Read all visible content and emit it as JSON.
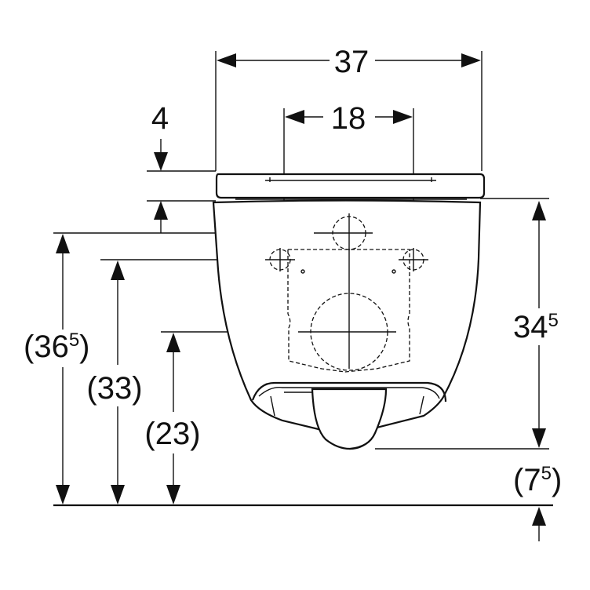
{
  "dimensions": {
    "width_total": "37",
    "mount_spacing": "18",
    "seat_thickness": "4",
    "height_bowl": "34",
    "height_bowl_sup": "5",
    "height_total_main": "(36",
    "height_total_sup": "5",
    "height_total_close": ")",
    "height_upper_mount": "(33)",
    "height_drain": "(23)",
    "floor_gap_main": "(7",
    "floor_gap_sup": "5",
    "floor_gap_close": ")"
  },
  "colors": {
    "line": "#111111",
    "background": "#ffffff"
  }
}
